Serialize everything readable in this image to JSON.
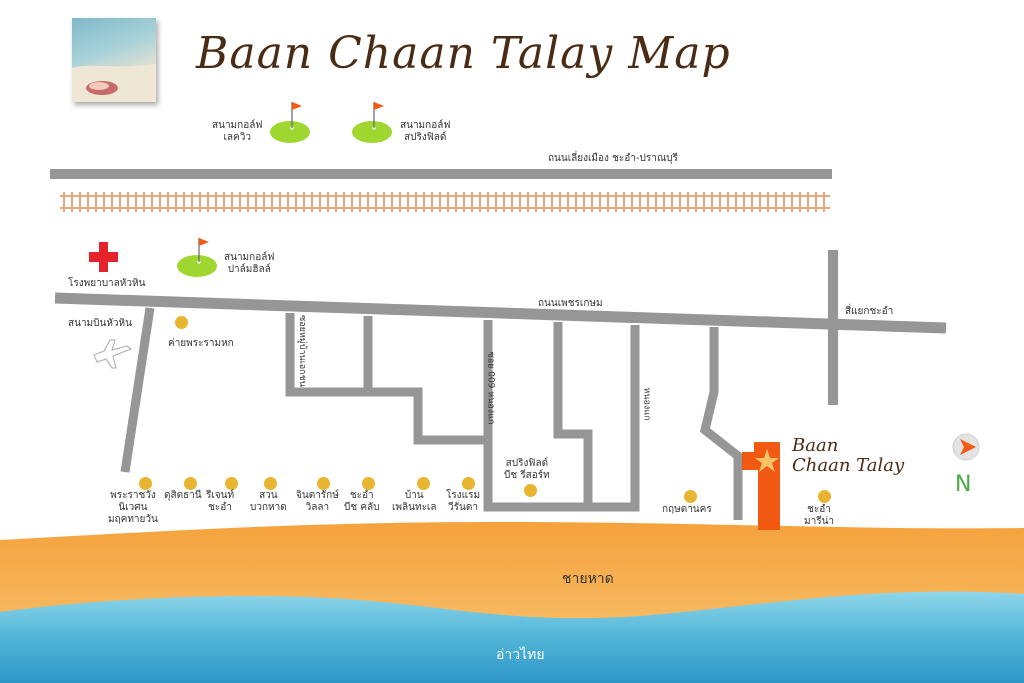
{
  "title": "Baan Chaan Talay Map",
  "brand": {
    "line1": "Baan",
    "line2": "Chaan Talay"
  },
  "golf_courses": {
    "lakeview": {
      "line1": "สนามกอล์ฟ",
      "line2": "เลควิว"
    },
    "springfield": {
      "line1": "สนามกอล์ฟ",
      "line2": "สปริงฟิลด์"
    },
    "palmhills": {
      "line1": "สนามกอล์ฟ",
      "line2": "ปาล์มฮิลล์"
    }
  },
  "roads": {
    "bypass": "ถนนเลี่ยงเมือง ชะอำ-ปราณบุรี",
    "phetkasem": "ถนนเพชรเกษม",
    "cha_am_junction": "สี่แยกชะอำ",
    "soi_1": "ซอยหมู่บ้านเอกชน",
    "soi_2": "ซอย 009 หนองแก",
    "soi_3": "หนองแก"
  },
  "landmarks": {
    "hospital": "โรงพยาบาลหัวหิน",
    "airport": "สนามบินหัวหิน",
    "camp": "ค่ายพระรามหก",
    "springfield_resort": {
      "line1": "สปริงฟิลด์",
      "line2": "บีช รีสอร์ท"
    }
  },
  "beach_places": [
    {
      "line1": "พระราชวัง",
      "line2": "นิเวศน",
      "line3": "มฤคทายวัน"
    },
    {
      "line1": "ดุสิตธานี",
      "line2": "",
      "line3": ""
    },
    {
      "line1": "รีเจนท์",
      "line2": "ชะอำ",
      "line3": ""
    },
    {
      "line1": "สวน",
      "line2": "บวกหาด",
      "line3": ""
    },
    {
      "line1": "จินตารักษ์",
      "line2": "วิลลา",
      "line3": ""
    },
    {
      "line1": "ชะอำ",
      "line2": "บีช คลับ",
      "line3": ""
    },
    {
      "line1": "บ้าน",
      "line2": "เพลินทะเล",
      "line3": ""
    },
    {
      "line1": "โรงแรม",
      "line2": "วีรันดา",
      "line3": ""
    },
    {
      "line1": "กฤษดานคร",
      "line2": "",
      "line3": ""
    },
    {
      "line1": "ชะอำ",
      "line2": "มารีน่า",
      "line3": ""
    }
  ],
  "beach_label": "ชายหาด",
  "sea_label": "อ่าวไทย",
  "north_label": "N",
  "colors": {
    "road": "#969696",
    "rail": "#eaa87a",
    "sand": "#f3b55b",
    "sea": "#52b6d8",
    "building": "#f25a14",
    "marker": "#e8b530",
    "golf": "#9fd62f",
    "hospital": "#e5232a",
    "north": "#4caa48"
  },
  "icons": [
    "thumbnail-photo",
    "golf-flag-icon",
    "hospital-cross-icon",
    "airplane-icon",
    "star-icon",
    "north-arrow-icon"
  ]
}
